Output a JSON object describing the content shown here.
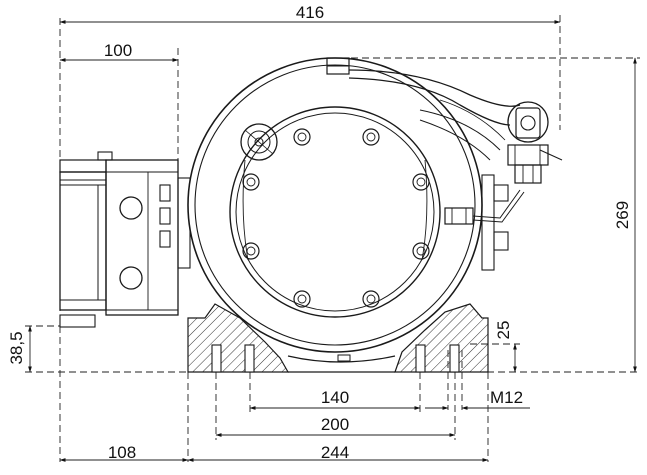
{
  "dimensions": {
    "overall_width": "416",
    "bracket_width": "100",
    "overall_height": "269",
    "foot_height_left": "38,5",
    "foot_height_right": "25",
    "bolt_spacing_inner": "140",
    "bolt_spacing_mid": "200",
    "base_width": "244",
    "offset_left": "108",
    "thread": "M12"
  },
  "colors": {
    "line": "#1a1a1a",
    "background": "#ffffff"
  }
}
